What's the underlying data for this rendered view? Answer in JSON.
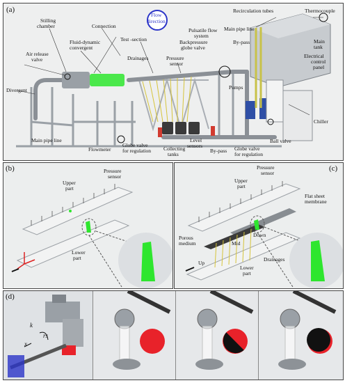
{
  "panel_a": {
    "tag": "(a)",
    "flow_direction": [
      "Flow",
      "direction"
    ],
    "labels": {
      "recirculation_tubes": "Recirculation tubes",
      "thermocouple": "Thermocouple",
      "stilling_chamber": [
        "Stilling",
        "chamber"
      ],
      "connection": "Connection",
      "main_pipe_line_top": "Main pipe line",
      "main_tank": [
        "Main",
        "tank"
      ],
      "fluid_dynamic": [
        "Fluid-dynamic",
        "convergent"
      ],
      "test_section": "Test -section",
      "pulsatile": [
        "Pulsatile flow",
        "system"
      ],
      "bypass_top": "By-pass",
      "air_release": [
        "Air release",
        "valve"
      ],
      "drainages": "Drainages",
      "pressure_sensor": [
        "Pressure",
        "sensor"
      ],
      "backpressure": [
        "Backpressure",
        "globe valve"
      ],
      "electrical": [
        "Electrical",
        "control",
        "panel"
      ],
      "divergent": "Divergent",
      "pumps": "Pumps",
      "main_pipe_line_bottom": "Main pipe line",
      "flowmeter": "Flowmeter",
      "globe_valve_left": [
        "Globe valve",
        "for regulation"
      ],
      "collecting": [
        "Collecting",
        "tanks"
      ],
      "level_sensors": [
        "Level",
        "sensors"
      ],
      "bypass_bottom": "By-pass",
      "globe_valve_right": [
        "Globe valve",
        "for regulation"
      ],
      "ball_valve": "Ball valve",
      "chiller": "Chiller"
    }
  },
  "panel_b": {
    "tag": "(b)",
    "pressure_sensor": [
      "Pressure",
      "sensor"
    ],
    "upper_part": [
      "Upper",
      "part"
    ],
    "lower_part": [
      "Lower",
      "part"
    ]
  },
  "panel_c": {
    "tag": "(c)",
    "pressure_sensor": [
      "Pressure",
      "sensor"
    ],
    "upper_part": [
      "Upper",
      "part"
    ],
    "flat_sheet": [
      "Flat sheet",
      "membrane"
    ],
    "porous": [
      "Porous",
      "medium"
    ],
    "down": "Down",
    "mid": "Mid",
    "up": "Up",
    "lower_part": [
      "Lower",
      "part"
    ],
    "drainages": "Drainages"
  },
  "panel_d": {
    "tag": "(d)",
    "symbols": [
      "rs",
      "x",
      "k"
    ],
    "occlusion_states": [
      "full-red",
      "half-red",
      "black-red-crescent"
    ]
  },
  "colors": {
    "accent_green": "#2ee62e",
    "accent_red": "#e8222a",
    "flow_blue": "#2b34c8"
  }
}
